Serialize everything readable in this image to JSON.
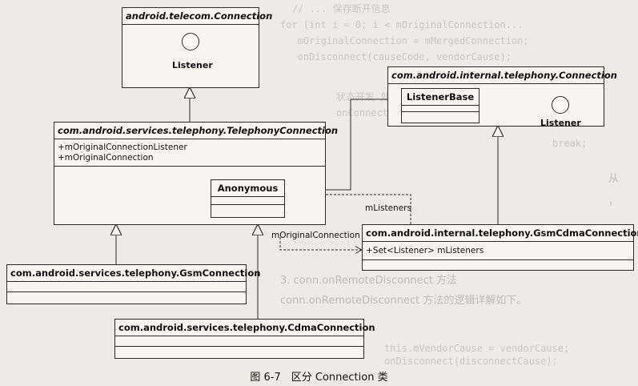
{
  "classes": {
    "telecom_connection": {
      "name": "android.telecom.Connection",
      "member": "Listener"
    },
    "internal_connection": {
      "name": "com.android.internal.telephony.Connection",
      "inner": "ListenerBase",
      "member": "Listener"
    },
    "telephony_connection": {
      "name": "com.android.services.telephony.TelephonyConnection",
      "attrs": [
        "+mOriginalConnectionListener",
        "+mOriginalConnection"
      ]
    },
    "anonymous": {
      "name": "Anonymous"
    },
    "gsmcdma_connection": {
      "name": "com.android.internal.telephony.GsmCdmaConnection",
      "attrs": [
        "+Set<Listener> mListeners"
      ]
    },
    "gsm_connection": {
      "name": "com.android.services.telephony.GsmConnection"
    },
    "cdma_connection": {
      "name": "com.android.services.telephony.CdmaConnection"
    }
  },
  "edges": {
    "mlisteners": "mListeners",
    "moriginal": "mOriginalConnection"
  },
  "caption": "图 6-7　区分 Connection 类"
}
